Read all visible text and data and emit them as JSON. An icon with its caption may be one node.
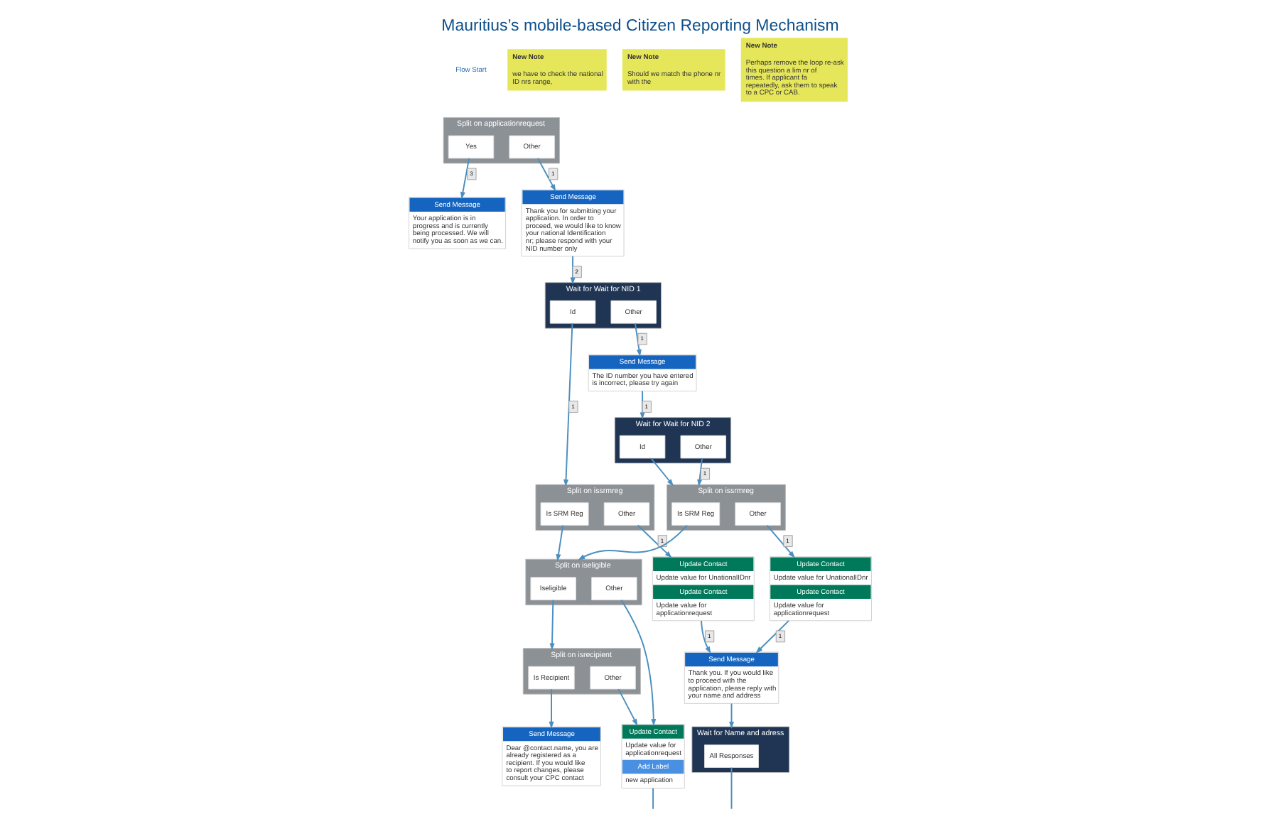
{
  "diagram": {
    "title": "Mauritius’s mobile-based Citizen Reporting Mechanism",
    "nodes": [
      {
        "text": [
          "Split on applicationrequest"
        ]
      },
      {
        "text": [
          "Yes"
        ],
        "in": 0
      },
      {
        "text": [
          "Other"
        ],
        "in": 0
      },
      {
        "text": [
          "Send Message",
          "Your application is in progress and is currently being processed. We will notify you as soon as we can."
        ]
      },
      {
        "text": [
          "Send Message",
          "Thank you for submitting your application. In order to proceed, we would like to know your national Identification nr; please respond with your NID number only"
        ]
      },
      {
        "text": [
          "Wait for Wait for NID 1"
        ]
      },
      {
        "text": [
          "Id"
        ],
        "in": 5
      },
      {
        "text": [
          "Other"
        ],
        "in": 5
      },
      {
        "text": [
          "Send Message",
          "The ID number you have entered is incorrect, please try again"
        ]
      },
      {
        "text": [
          "Wait for Wait for NID 2"
        ]
      },
      {
        "text": [
          "Id"
        ],
        "in": 9
      },
      {
        "text": [
          "Other"
        ],
        "in": 9
      },
      {
        "text": [
          "Split on issrmreg"
        ]
      },
      {
        "text": [
          "Is SRM Reg"
        ],
        "in": 12
      },
      {
        "text": [
          "Other"
        ],
        "in": 12
      },
      {
        "text": [
          "Split on issrmreg"
        ]
      },
      {
        "text": [
          "Is SRM Reg"
        ],
        "in": 15
      },
      {
        "text": [
          "Other"
        ],
        "in": 15
      },
      {
        "text": [
          "Split on iseligible"
        ]
      },
      {
        "text": [
          "Iseligible"
        ],
        "in": 18
      },
      {
        "text": [
          "Other"
        ],
        "in": 18
      },
      {
        "text": [
          "Update Contact",
          "Update value for UnationalIDnr",
          "Update Contact",
          "Update value for applicationrequest"
        ]
      },
      {
        "text": [
          "Update Contact",
          "Update value for UnationalIDnr",
          "Update Contact",
          "Update value for applicationrequest"
        ]
      },
      {
        "text": [
          "Split on isrecipient"
        ]
      },
      {
        "text": [
          "Is Recipient"
        ],
        "in": 23
      },
      {
        "text": [
          "Other"
        ],
        "in": 23
      },
      {
        "text": [
          "Send Message",
          "Dear @contact.name, you are already registered as a recipient. If you would like to report changes, please consult your CPC contact"
        ]
      },
      {
        "text": [
          "Update Contact",
          "Update value for applicationrequest",
          "Add Label",
          "new application"
        ]
      },
      {
        "text": [
          "Send Message",
          "Thank you. If you would like to proceed with the application, please reply with your name and address"
        ]
      },
      {
        "text": [
          "Wait for Name and adress"
        ]
      },
      {
        "text": [
          "All Responses"
        ],
        "in": 29
      },
      {
        "text": [
          "New Note",
          "we have to check the national ID nrs range,"
        ]
      },
      {
        "text": [
          "New Note",
          "Should we match the phone nr with the"
        ]
      },
      {
        "text": [
          "New Note",
          "Perhaps remove the loop re-ask this question a lim nr of times. If applicant fa repeatedly, ask them to speak to a CPC or CAB."
        ]
      }
    ],
    "edges": [
      {
        "from": 1,
        "to": 3,
        "arrow": "to",
        "label": "3"
      },
      {
        "from": 2,
        "to": 4,
        "arrow": "to",
        "label": "1"
      },
      {
        "from": 4,
        "to": 5,
        "arrow": "to",
        "label": "2"
      },
      {
        "from": 6,
        "to": 12,
        "arrow": "to",
        "label": "1"
      },
      {
        "from": 7,
        "to": 8,
        "arrow": "to",
        "label": "1"
      },
      {
        "from": 8,
        "to": 9,
        "arrow": "to",
        "label": "1"
      },
      {
        "from": 10,
        "to": 15,
        "arrow": "to"
      },
      {
        "from": 11,
        "to": 15,
        "arrow": "to",
        "label": "1"
      },
      {
        "from": 13,
        "to": 18,
        "arrow": "to"
      },
      {
        "from": 14,
        "to": 21,
        "arrow": "to",
        "label": "1"
      },
      {
        "from": 16,
        "to": 18,
        "arrow": "to"
      },
      {
        "from": 17,
        "to": 22,
        "arrow": "to",
        "label": "1"
      },
      {
        "from": 19,
        "to": 23,
        "arrow": "to"
      },
      {
        "from": 20,
        "to": 27,
        "arrow": "to"
      },
      {
        "from": 24,
        "to": 26,
        "arrow": "to"
      },
      {
        "from": 25,
        "to": 27,
        "arrow": "to"
      },
      {
        "from": 21,
        "to": 28,
        "arrow": "to",
        "label": "1"
      },
      {
        "from": 22,
        "to": 28,
        "arrow": "to",
        "label": "1"
      },
      {
        "from": 28,
        "to": 29,
        "arrow": "to"
      },
      {
        "from": 27,
        "to": null,
        "arrow": "none"
      },
      {
        "from": 30,
        "to": null,
        "arrow": "none"
      }
    ],
    "labels": [
      "Flow Start"
    ]
  }
}
